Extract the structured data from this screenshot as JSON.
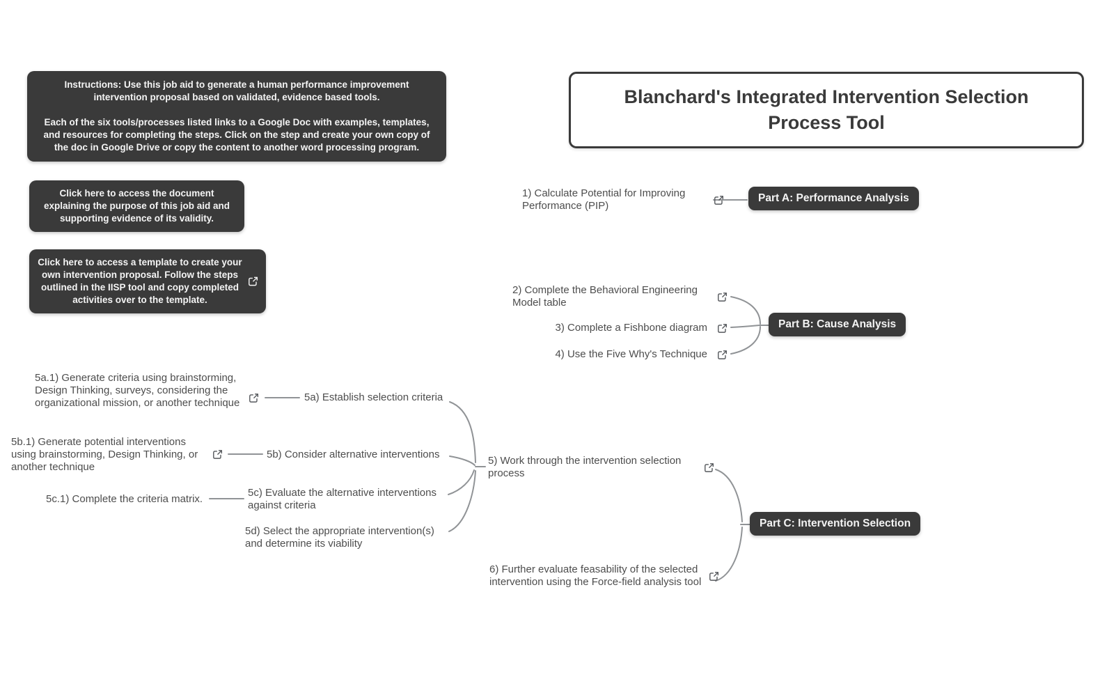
{
  "title": "Blanchard's Integrated Intervention Selection Process Tool",
  "notes": {
    "instructions": {
      "para1": "Instructions: Use this job aid to generate a human performance improvement intervention proposal based on validated, evidence based tools.",
      "para2": "Each of the six tools/processes listed links to a Google Doc with examples, templates, and resources for completing the steps. Click on the step and create your own copy of the doc in Google Drive or copy the content to another word processing program."
    },
    "purpose_link": "Click here to access the document explaining the purpose of this job aid and supporting evidence of its validity.",
    "template_link": "Click here to access a template to create your own intervention proposal. Follow the steps outlined in the IISP tool and copy completed activities over to the template."
  },
  "parts": {
    "a": {
      "label": "Part A: Performance Analysis"
    },
    "b": {
      "label": "Part B: Cause Analysis"
    },
    "c": {
      "label": "Part C: Intervention Selection"
    }
  },
  "steps": {
    "s1": "1) Calculate Potential for Improving Performance (PIP)",
    "s2": "2) Complete the Behavioral Engineering Model table",
    "s3": "3) Complete a Fishbone diagram",
    "s4": "4) Use the Five Why's Technique",
    "s5": "5) Work through the intervention selection process",
    "s6": "6) Further evaluate feasability of the selected intervention using the Force-field analysis tool"
  },
  "substeps": {
    "s5a": "5a) Establish selection criteria",
    "s5b": "5b) Consider alternative interventions",
    "s5c": "5c) Evaluate the alternative interventions against criteria",
    "s5d": "5d) Select the appropriate intervention(s) and determine its viability",
    "s5a1": "5a.1) Generate criteria using brainstorming, Design Thinking, surveys, considering the organizational mission, or another technique",
    "s5b1": "5b.1) Generate potential interventions using brainstorming, Design Thinking, or another technique",
    "s5c1": "5c.1) Complete the criteria matrix."
  },
  "icons": {
    "external_link": "external-link-icon"
  },
  "colors": {
    "node_box_bg": "#3a3a3a",
    "node_box_text": "#f4f4f4",
    "title_text": "#3a3a3a",
    "step_text": "#4d4d4d",
    "connector": "#909396",
    "canvas_bg": "#ffffff"
  }
}
